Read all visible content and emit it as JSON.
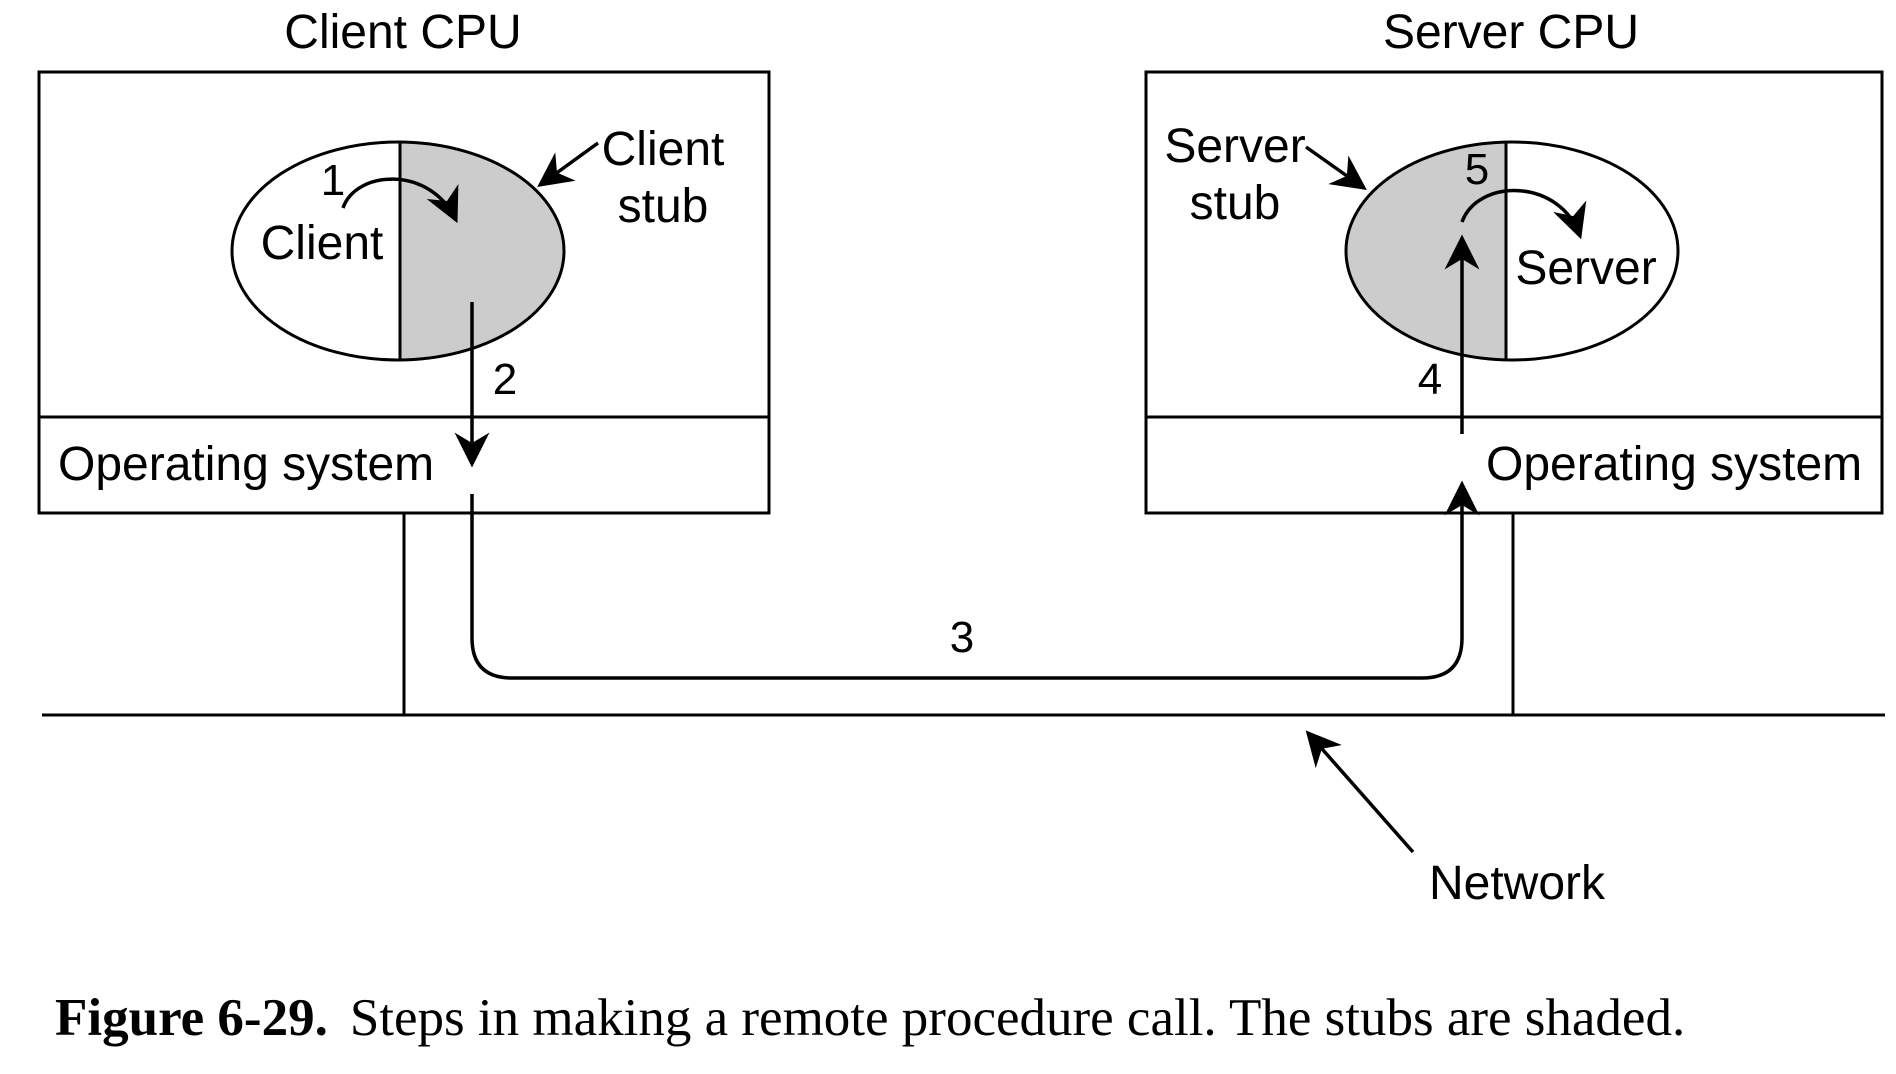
{
  "diagram": {
    "client_cpu_title": "Client CPU",
    "server_cpu_title": "Server CPU",
    "client_label": "Client",
    "client_stub_label_line1": "Client",
    "client_stub_label_line2": "stub",
    "server_stub_label_line1": "Server",
    "server_stub_label_line2": "stub",
    "server_label": "Server",
    "os_label_client": "Operating system",
    "os_label_server": "Operating system",
    "network_label": "Network",
    "steps": [
      "1",
      "2",
      "3",
      "4",
      "5"
    ]
  },
  "caption": {
    "figure_number": "Figure 6-29.",
    "text": "Steps in making a remote procedure call. The stubs are shaded."
  },
  "colors": {
    "stub_shading": "#cccccc",
    "line": "#000000",
    "background": "#ffffff"
  }
}
